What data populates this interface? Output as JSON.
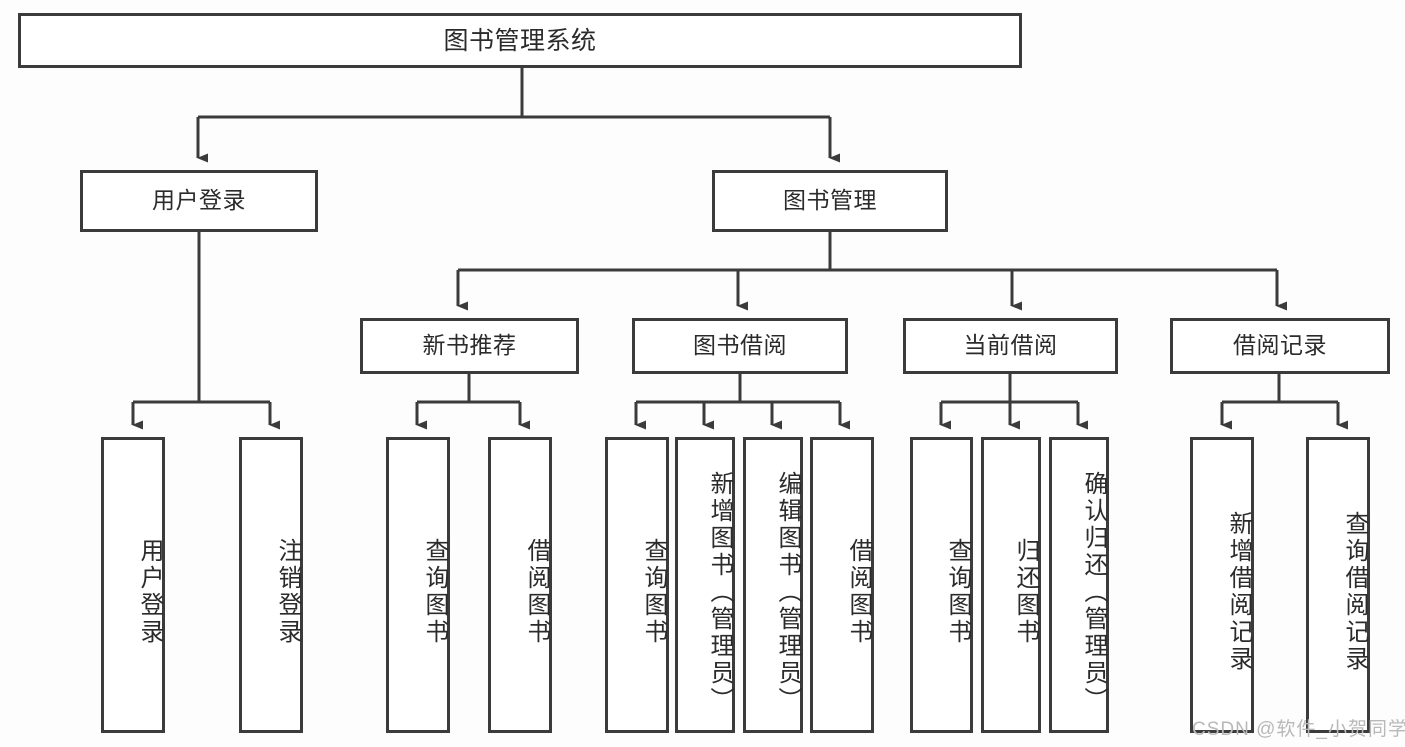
{
  "diagram": {
    "title": "图书管理系统",
    "type": "tree",
    "watermark": "CSDN @软件_小贺同学",
    "colors": {
      "border": "#3b3b3b",
      "text": "#2b2b2b",
      "background": "#fdfdfd",
      "watermark": "#b9b9b9"
    },
    "nodes": {
      "root": {
        "label": "图书管理系统"
      },
      "level2": [
        {
          "id": "user-login",
          "label": "用户登录"
        },
        {
          "id": "book-management",
          "label": "图书管理"
        }
      ],
      "level3": [
        {
          "id": "new-book-recommend",
          "label": "新书推荐"
        },
        {
          "id": "book-borrow",
          "label": "图书借阅"
        },
        {
          "id": "current-borrow",
          "label": "当前借阅"
        },
        {
          "id": "borrow-record",
          "label": "借阅记录"
        }
      ],
      "leaves": [
        {
          "id": "leaf-user-login",
          "label": "用户登录",
          "parent": "user-login"
        },
        {
          "id": "leaf-logout",
          "label": "注销登录",
          "parent": "user-login"
        },
        {
          "id": "leaf-query-book-1",
          "label": "查询图书",
          "parent": "new-book-recommend"
        },
        {
          "id": "leaf-borrow-book-1",
          "label": "借阅图书",
          "parent": "new-book-recommend"
        },
        {
          "id": "leaf-query-book-2",
          "label": "查询图书",
          "parent": "book-borrow"
        },
        {
          "id": "leaf-add-book",
          "label": "新增图书（管理员）",
          "parent": "book-borrow"
        },
        {
          "id": "leaf-edit-book",
          "label": "编辑图书（管理员）",
          "parent": "book-borrow"
        },
        {
          "id": "leaf-borrow-book-2",
          "label": "借阅图书",
          "parent": "book-borrow"
        },
        {
          "id": "leaf-query-book-3",
          "label": "查询图书",
          "parent": "current-borrow"
        },
        {
          "id": "leaf-return-book",
          "label": "归还图书",
          "parent": "current-borrow"
        },
        {
          "id": "leaf-confirm-return",
          "label": "确认归还（管理员）",
          "parent": "current-borrow"
        },
        {
          "id": "leaf-add-record",
          "label": "新增借阅记录",
          "parent": "borrow-record"
        },
        {
          "id": "leaf-query-record",
          "label": "查询借阅记录",
          "parent": "borrow-record"
        }
      ]
    }
  }
}
